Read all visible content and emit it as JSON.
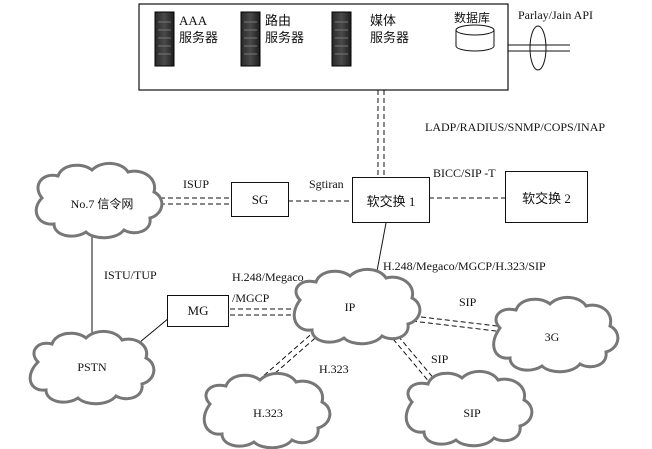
{
  "servers": [
    {
      "line1": "AAA",
      "line2": "服务器"
    },
    {
      "line1": "路由",
      "line2": "服务器"
    },
    {
      "line1": "媒体",
      "line2": "服务器"
    }
  ],
  "database_label": "数据库",
  "api_label": "Parlay/Jain API",
  "protocols_top": "LADP/RADIUS/SNMP/COPS/INAP",
  "bicc_label": "BICC/SIP -T",
  "isup_label": "ISUP",
  "sgtiran_label": "Sgtiran",
  "no7_label": "No.7 信令网",
  "sg_label": "SG",
  "softswitch1_label": "软交换 1",
  "softswitch2_label": "软交换 2",
  "istu_label": "ISTU/TUP",
  "h248_megaco_label": "H.248/Megaco",
  "mgcp_label": "/MGCP",
  "mg_protocols_label": "H.248/Megaco/MGCP/H.323/SIP",
  "mg_label": "MG",
  "ip_label": "IP",
  "pstn_label": "PSTN",
  "sip_3g_label": "SIP",
  "g3_label": "3G",
  "h323_link_label": "H.323",
  "sip_link_label": "SIP",
  "h323_cloud_label": "H.323",
  "sip_cloud_label": "SIP"
}
